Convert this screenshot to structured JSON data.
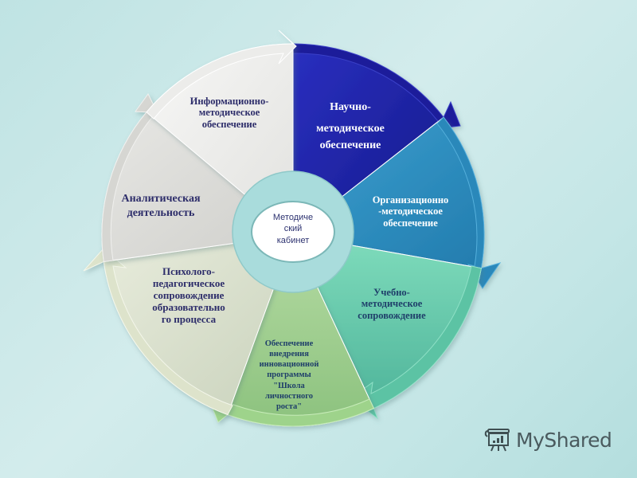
{
  "diagram": {
    "type": "cycle-wheel",
    "direction": "clockwise",
    "center": {
      "label_lines": [
        "Методиче",
        "ский",
        "кабинет"
      ],
      "label": "Методический кабинет"
    },
    "segments": [
      {
        "id": "nauchno",
        "lines": [
          "Научно-",
          "методическое",
          "обеспечение"
        ],
        "color": "#1f22a8",
        "text_color": "#ffffff"
      },
      {
        "id": "organizatsionno",
        "lines": [
          "Организационно",
          "-методическое",
          "обеспечение"
        ],
        "color": "#2f8fc0",
        "text_color": "#ffffff"
      },
      {
        "id": "uchebno",
        "lines": [
          "Учебно-",
          "методическое",
          "сопровождение"
        ],
        "color": "#6fcfae",
        "text_color": "#1f3f6a"
      },
      {
        "id": "innovatsii",
        "lines": [
          "Обеспечение",
          "внедрения",
          "инновационной",
          "программы",
          "\"Школа",
          "личностного",
          "роста\""
        ],
        "color": "#9fcf8f",
        "text_color": "#1f3f6a"
      },
      {
        "id": "psikhologo",
        "lines": [
          "Психолого-",
          "педагогическое",
          "сопровождение",
          "образовательно",
          "го процесса"
        ],
        "color": "#dfe5cf",
        "text_color": "#2d2d6a"
      },
      {
        "id": "analiticheskaya",
        "lines": [
          "Аналитическая",
          "деятельность"
        ],
        "color": "#dcdcd8",
        "text_color": "#2d2d6a"
      },
      {
        "id": "informatsionno",
        "lines": [
          "Информационно-",
          "методическое",
          "обеспечение"
        ],
        "color": "#efefed",
        "text_color": "#2d2d6a"
      }
    ]
  },
  "watermark": {
    "text": "MyShared",
    "icon": "presentation-board-icon"
  },
  "colors": {
    "background": "#c4e6e6",
    "hub_ring": "#a9dcdc",
    "hub_center": "#ffffff",
    "text_dark": "#2d2d6a"
  }
}
